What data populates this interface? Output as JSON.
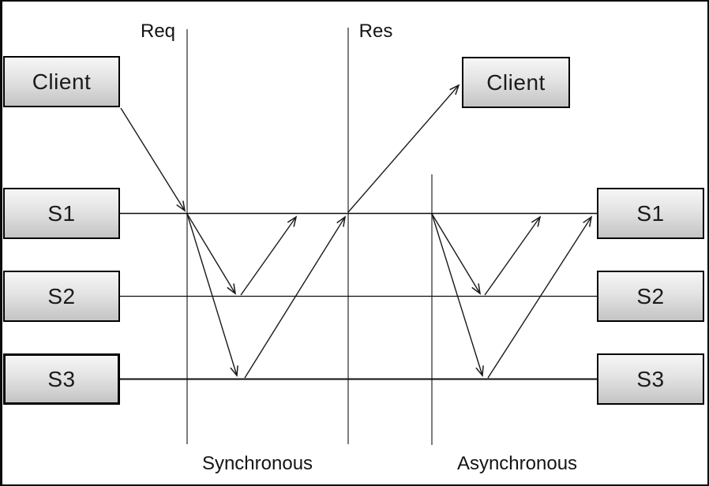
{
  "diagram": {
    "lane_markers": {
      "req": "Req",
      "res": "Res"
    },
    "nodes": {
      "client_left": "Client",
      "client_right": "Client",
      "s1_left": "S1",
      "s2_left": "S2",
      "s3_left": "S3",
      "s1_right": "S1",
      "s2_right": "S2",
      "s3_right": "S3"
    },
    "sections": {
      "sync": "Synchronous",
      "async": "Asynchronous"
    },
    "colors": {
      "box_gradient_top": "#f6f6f6",
      "box_gradient_bottom": "#c4c4c4",
      "box_border": "#000000",
      "arrow_color": "#1a1a1a",
      "guide_line_color": "#7d7d7d",
      "frame_border": "#0b0b0b"
    }
  }
}
